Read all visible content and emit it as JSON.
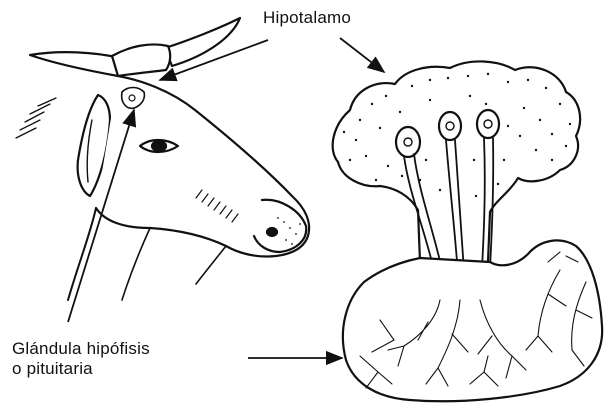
{
  "labels": {
    "hypothalamus": "Hipotalamo",
    "gland_line1": "Glándula hipófisis",
    "gland_line2": "o pituitaria"
  },
  "colors": {
    "ink": "#111111",
    "background": "#ffffff"
  }
}
